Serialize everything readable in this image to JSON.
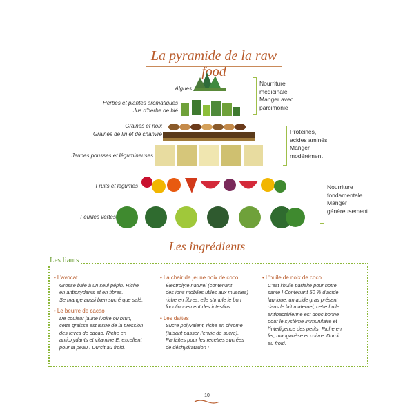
{
  "header": {
    "title": "La pyramide de la raw food"
  },
  "pyramid": {
    "labels": {
      "algues": "Algues",
      "herbes1": "Herbes et plantes aromatiques",
      "herbes2": "Jus d'herbe de blé",
      "graines1": "Graines et noix",
      "graines2": "Graines de lin et de chanvre",
      "pousses": "Jeunes pousses et légumineuses",
      "fruits": "Fruits et légumes",
      "feuilles": "Feuilles vertes"
    },
    "groups": [
      {
        "lines": [
          "Nourriture",
          "médicinale",
          "Manger avec",
          "parcimonie"
        ]
      },
      {
        "lines": [
          "Protéines,",
          "acides aminés",
          "Manger",
          "modérément"
        ]
      },
      {
        "lines": [
          "Nourriture",
          "fondamentale",
          "Manger",
          "généreusement"
        ]
      }
    ]
  },
  "ingredients": {
    "title": "Les ingrédients",
    "box_title": "Les liants",
    "col1": [
      {
        "title": "L'avocat",
        "lines": [
          "Grosse baie à un seul pépin. Riche",
          "en antioxydants et en fibres.",
          "Se mange aussi bien sucré que salé."
        ]
      },
      {
        "title": "Le beurre de cacao",
        "lines": [
          "De couleur jaune ivoire ou brun,",
          "cette graisse est issue de la pression",
          "des fèves de cacao. Riche en",
          "antioxydants et vitamine E, excellent",
          "pour la peau ! Durcit au froid."
        ]
      }
    ],
    "col2": [
      {
        "title": "La chair de jeune noix de coco",
        "lines": [
          "Électrolyte naturel (contenant",
          "des ions mobiles utiles aux muscles)",
          "riche en fibres, elle stimule le bon",
          "fonctionnement des intestins."
        ]
      },
      {
        "title": "Les dattes",
        "lines": [
          "Sucre polyvalent, riche en chrome",
          "(faisant passer l'envie de sucre).",
          "Parfaites pour les recettes sucrées",
          "de déshydratation !"
        ]
      }
    ],
    "col3": [
      {
        "title": "L'huile de noix de coco",
        "lines": [
          "C'est l'huile parfaite pour notre",
          "santé ! Contenant 50 % d'acide",
          "laurique, un acide gras présent",
          "dans le lait maternel, cette huile",
          "antibactérienne est donc bonne",
          "pour le système immunitaire et",
          "l'intelligence des petits. Riche en",
          "fer, manganèse et cuivre. Durcit",
          "au froid."
        ]
      }
    ]
  },
  "footer": {
    "page_number": "10"
  }
}
